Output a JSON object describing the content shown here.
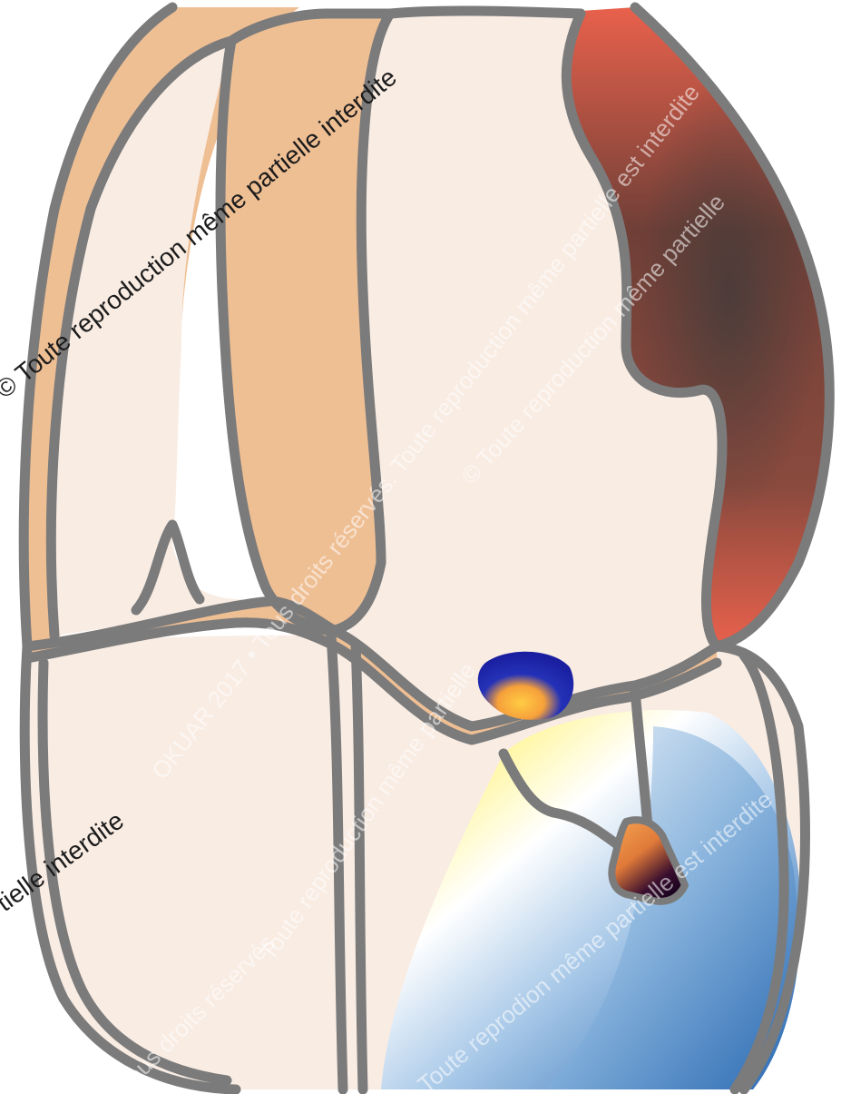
{
  "figure": {
    "type": "anatomical-illustration",
    "colors": {
      "outline": "#7b7b7b",
      "background": "#ffffff",
      "chamber_fill": "#f9ece3",
      "wall_fill": "#efbf94",
      "vessel_red": "#e8614c",
      "vessel_dark": "#6f3f37",
      "blue_region": "#3f7fc4",
      "yellow_glow": "#fff37a",
      "node_blue": "#1e2cb4",
      "node_dark": "#2a0826",
      "node_orange": "#f28b3c"
    }
  },
  "watermarks": [
    {
      "text": "© Toute reproduction même partielle interdite"
    },
    {
      "text": "© Toute reproduction même partielle"
    },
    {
      "text": "tielle interdite"
    },
    {
      "text": "OKUAR 2017 • Tous droits réservés. Toute reproduction même partielle est interdite"
    },
    {
      "text": "Toute reproduction même partielle"
    },
    {
      "text": "Toute reprodion même partielle est interdite"
    },
    {
      "text": "Tous droits réservés"
    }
  ]
}
